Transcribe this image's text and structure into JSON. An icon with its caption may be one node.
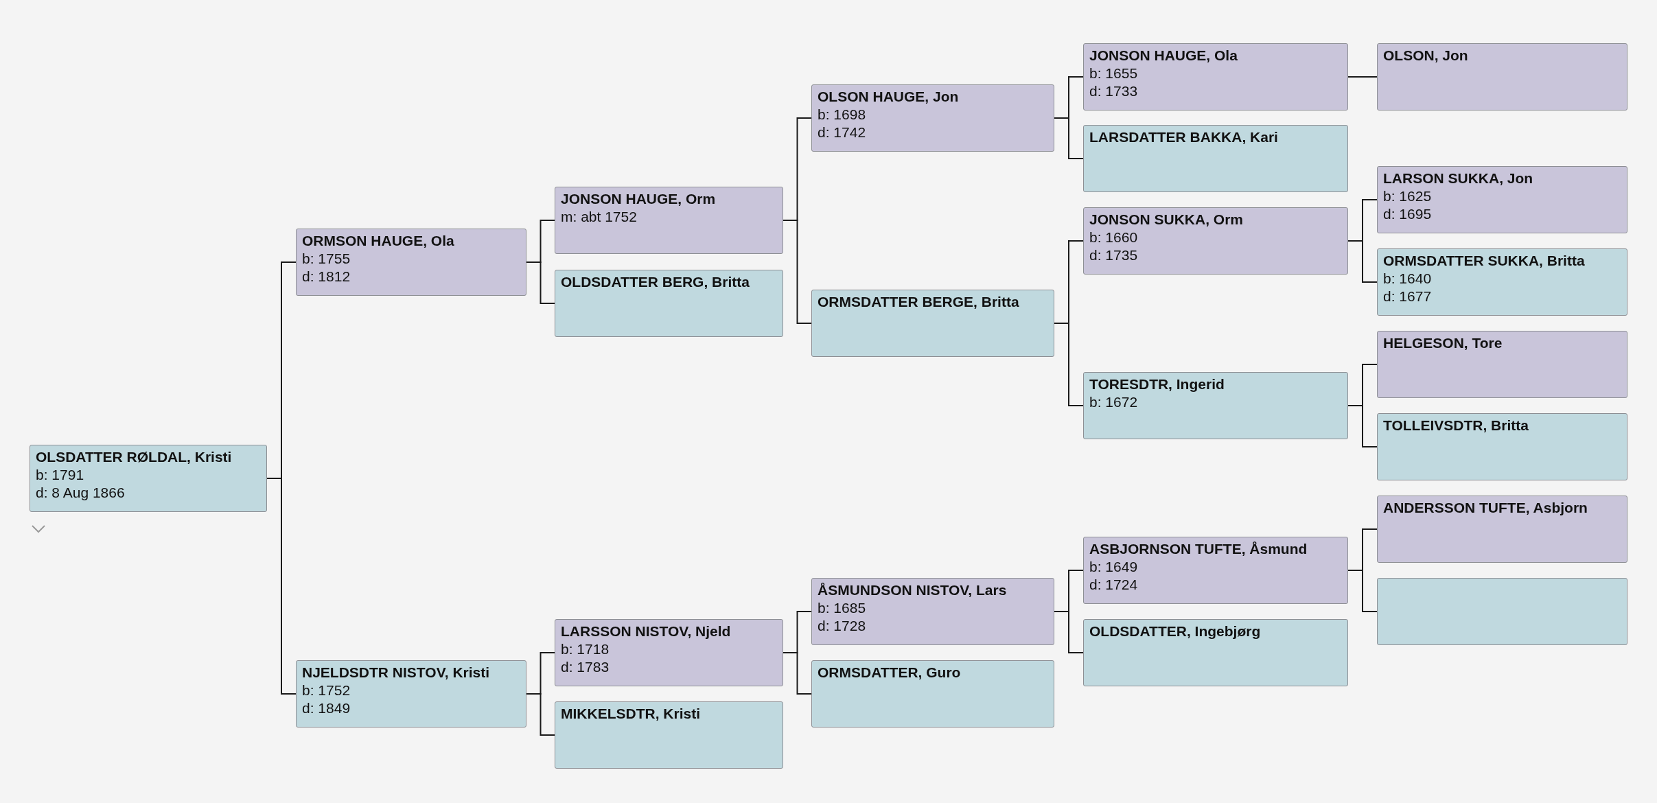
{
  "diagram": {
    "nodes": [
      {
        "text": [
          "OLSDATTER RØLDAL, Kristi",
          "b: 1791",
          "d: 8 Aug 1866"
        ]
      },
      {
        "text": [
          "ORMSON HAUGE, Ola",
          "b: 1755",
          "d: 1812"
        ]
      },
      {
        "text": [
          "NJELDSDTR NISTOV, Kristi",
          "b: 1752",
          "d: 1849"
        ]
      },
      {
        "text": [
          "JONSON HAUGE, Orm",
          "m: abt 1752"
        ]
      },
      {
        "text": [
          "OLDSDATTER BERG, Britta"
        ]
      },
      {
        "text": [
          "LARSSON NISTOV, Njeld",
          "b: 1718",
          "d: 1783"
        ]
      },
      {
        "text": [
          "MIKKELSDTR, Kristi"
        ]
      },
      {
        "text": [
          "OLSON HAUGE, Jon",
          "b: 1698",
          "d: 1742"
        ]
      },
      {
        "text": [
          "ORMSDATTER BERGE, Britta"
        ]
      },
      {
        "text": [
          "ÅSMUNDSON NISTOV, Lars",
          "b: 1685",
          "d: 1728"
        ]
      },
      {
        "text": [
          "ORMSDATTER, Guro"
        ]
      },
      {
        "text": [
          "JONSON HAUGE, Ola",
          "b: 1655",
          "d: 1733"
        ]
      },
      {
        "text": [
          "LARSDATTER BAKKA, Kari"
        ]
      },
      {
        "text": [
          "JONSON SUKKA, Orm",
          "b: 1660",
          "d: 1735"
        ]
      },
      {
        "text": [
          "TORESDTR, Ingerid",
          "b: 1672"
        ]
      },
      {
        "text": [
          "ASBJORNSON TUFTE, Åsmund",
          "b: 1649",
          "d: 1724"
        ]
      },
      {
        "text": [
          "OLDSDATTER, Ingebjørg"
        ]
      },
      {
        "text": [
          "OLSON, Jon"
        ]
      },
      {
        "text": [
          "LARSON SUKKA, Jon",
          "b: 1625",
          "d: 1695"
        ]
      },
      {
        "text": [
          "ORMSDATTER SUKKA, Britta",
          "b: 1640",
          "d: 1677"
        ]
      },
      {
        "text": [
          "HELGESON, Tore"
        ]
      },
      {
        "text": [
          "TOLLEIVSDTR, Britta"
        ]
      },
      {
        "text": [
          "ANDERSSON TUFTE, Asbjorn"
        ]
      },
      {
        "text": [],
        "shape": "box"
      }
    ],
    "edges": [
      {
        "from": 0,
        "to": 1,
        "arrow": "none"
      },
      {
        "from": 0,
        "to": 2,
        "arrow": "none"
      },
      {
        "from": 1,
        "to": 3,
        "arrow": "none"
      },
      {
        "from": 1,
        "to": 4,
        "arrow": "none"
      },
      {
        "from": 2,
        "to": 5,
        "arrow": "none"
      },
      {
        "from": 2,
        "to": 6,
        "arrow": "none"
      },
      {
        "from": 3,
        "to": 7,
        "arrow": "none"
      },
      {
        "from": 3,
        "to": 8,
        "arrow": "none"
      },
      {
        "from": 5,
        "to": 9,
        "arrow": "none"
      },
      {
        "from": 5,
        "to": 10,
        "arrow": "none"
      },
      {
        "from": 7,
        "to": 11,
        "arrow": "none"
      },
      {
        "from": 7,
        "to": 12,
        "arrow": "none"
      },
      {
        "from": 8,
        "to": 13,
        "arrow": "none"
      },
      {
        "from": 8,
        "to": 14,
        "arrow": "none"
      },
      {
        "from": 9,
        "to": 15,
        "arrow": "none"
      },
      {
        "from": 9,
        "to": 16,
        "arrow": "none"
      },
      {
        "from": 11,
        "to": 17,
        "arrow": "none"
      },
      {
        "from": 13,
        "to": 18,
        "arrow": "none"
      },
      {
        "from": 13,
        "to": 19,
        "arrow": "none"
      },
      {
        "from": 14,
        "to": 20,
        "arrow": "none"
      },
      {
        "from": 14,
        "to": 21,
        "arrow": "none"
      },
      {
        "from": 15,
        "to": 22,
        "arrow": "none"
      },
      {
        "from": 15,
        "to": 23,
        "arrow": "none"
      }
    ]
  }
}
